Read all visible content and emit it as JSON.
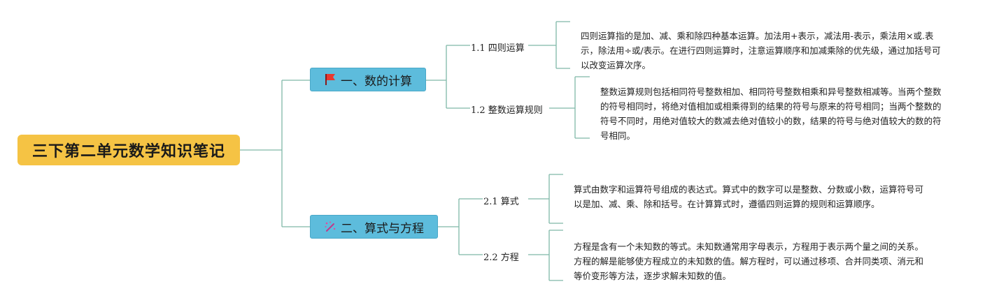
{
  "root": {
    "title": "三下第二单元数学知识笔记"
  },
  "branches": [
    {
      "title": "一、数的计算",
      "icon": "red-flag-icon",
      "children": [
        {
          "title": "1.1 四则运算",
          "note": "四则运算指的是加、减、乘和除四种基本运算。加法用+表示，减法用-表示，乘法用×或.表示，除法用÷或/表示。在进行四则运算时，注意运算顺序和加减乘除的优先级，通过加括号可以改变运算次序。"
        },
        {
          "title": "1.2 整数运算规则",
          "note": "整数运算规则包括相同符号整数相加、相同符号整数相乘和异号整数相减等。当两个整数的符号相同时，将绝对值相加或相乘得到的结果的符号与原来的符号相同；当两个整数的符号不同时，用绝对值较大的数减去绝对值较小的数，结果的符号与绝对值较大的数的符号相同。"
        }
      ]
    },
    {
      "title": "二、算式与方程",
      "icon": "magic-wand-icon",
      "children": [
        {
          "title": "2.1 算式",
          "note": "算式由数字和运算符号组成的表达式。算式中的数字可以是整数、分数或小数，运算符号可以是加、减、乘、除和括号。在计算算式时，遵循四则运算的规则和运算顺序。"
        },
        {
          "title": "2.2 方程",
          "note": "方程是含有一个未知数的等式。未知数通常用字母表示，方程用于表示两个量之间的关系。方程的解是能够使方程成立的未知数的值。解方程时，可以通过移项、合并同类项、消元和等价变形等方法，逐步求解未知数的值。"
        }
      ]
    }
  ],
  "colors": {
    "root_fill": "#f5c344",
    "branch_fill": "#5dbcdc",
    "connector": "#7fb8a8"
  }
}
